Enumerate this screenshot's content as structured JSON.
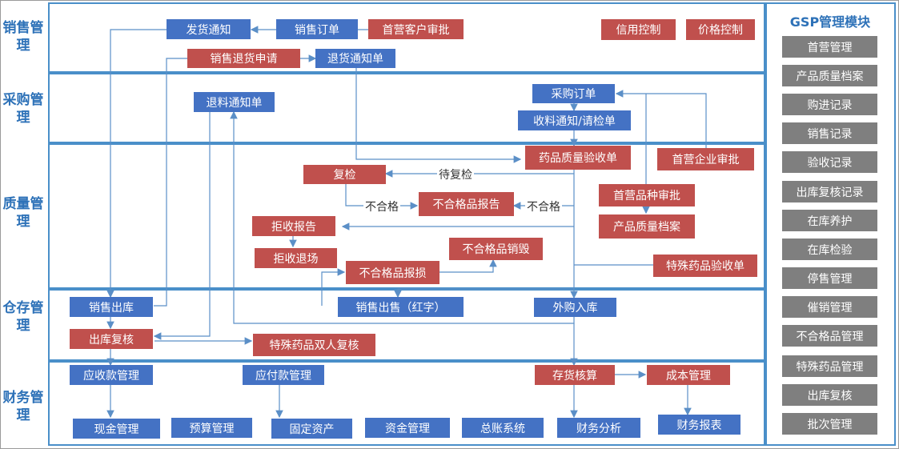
{
  "lanes": {
    "sales": "销售管理",
    "purchase": "采购管理",
    "quality": "质量管理",
    "warehouse": "仓存管理",
    "finance": "财务管理"
  },
  "nodes": {
    "ship_notice": "发货通知",
    "sales_order": "销售订单",
    "first_customer_approval": "首营客户审批",
    "credit_control": "信用控制",
    "price_control": "价格控制",
    "sales_return_request": "销售退货申请",
    "return_notice": "退货通知单",
    "material_return_notice": "退料通知单",
    "purchase_order": "采购订单",
    "receive_inspect_notice": "收料通知/请检单",
    "drug_quality_acceptance": "药品质量验收单",
    "first_enterprise_approval": "首营企业审批",
    "recheck": "复检",
    "nonconforming_report": "不合格品报告",
    "first_variety_approval": "首营品种审批",
    "product_quality_file": "产品质量档案",
    "reject_report": "拒收报告",
    "reject_return": "拒收退场",
    "nonconforming_destroy": "不合格品销毁",
    "nonconforming_loss": "不合格品报损",
    "special_drug_acceptance": "特殊药品验收单",
    "sales_outbound": "销售出库",
    "sales_outbound_red": "销售出售（红字）",
    "purchase_inbound": "外购入库",
    "outbound_review": "出库复核",
    "special_drug_double_review": "特殊药品双人复核",
    "receivable_mgmt": "应收款管理",
    "payable_mgmt": "应付款管理",
    "inventory_accounting": "存货核算",
    "cost_mgmt": "成本管理",
    "cash_mgmt": "现金管理",
    "budget_mgmt": "预算管理",
    "fixed_assets": "固定资产",
    "fund_mgmt": "资金管理",
    "general_ledger": "总账系统",
    "financial_analysis": "财务分析",
    "financial_reports": "财务报表"
  },
  "edge_labels": {
    "await_recheck": "待复检",
    "unqualified_1": "不合格",
    "unqualified_2": "不合格"
  },
  "gsp": {
    "title": "GSP管理模块",
    "items": [
      "首营管理",
      "产品质量档案",
      "购进记录",
      "销售记录",
      "验收记录",
      "出库复核记录",
      "在库养护",
      "在库检验",
      "停售管理",
      "催销管理",
      "不合格品管理",
      "特殊药品管理",
      "出库复核",
      "批次管理"
    ]
  },
  "colors": {
    "blue": "#4472c4",
    "red": "#c0504d",
    "gray": "#7f7f7f",
    "lane_border": "#4a8fc9",
    "label": "#2e72b8",
    "line": "#5b8fc7"
  }
}
